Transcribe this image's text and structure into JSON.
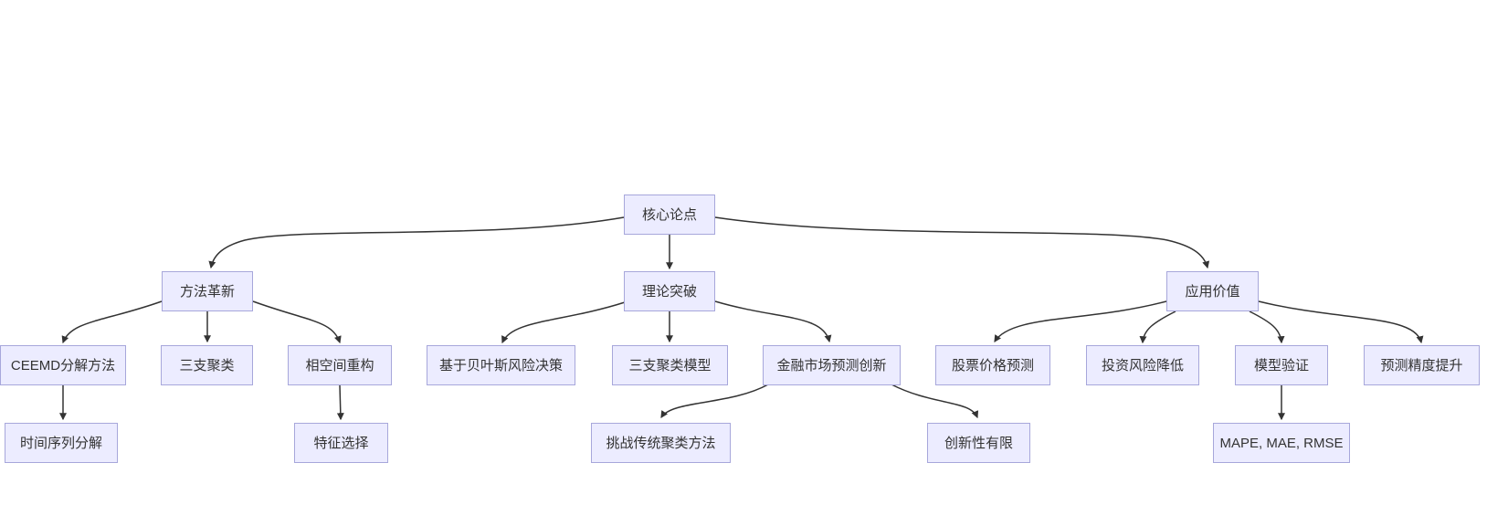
{
  "diagram": {
    "type": "flowchart",
    "direction": "top-down",
    "colors": {
      "background": "#FFFFFF",
      "node_fill": "#ECECFF",
      "node_border": "#A7A7DB",
      "edge": "#333333",
      "text": "#333333"
    },
    "nodes": {
      "core": {
        "label": "核心论点"
      },
      "method_innovation": {
        "label": "方法革新"
      },
      "theory_breakthrough": {
        "label": "理论突破"
      },
      "application_value": {
        "label": "应用价值"
      },
      "ceemd": {
        "label": "CEEMD分解方法"
      },
      "three_way_clustering": {
        "label": "三支聚类"
      },
      "phase_space": {
        "label": "相空间重构"
      },
      "bayes_risk": {
        "label": "基于贝叶斯风险决策"
      },
      "three_way_model": {
        "label": "三支聚类模型"
      },
      "finance_innovation": {
        "label": "金融市场预测创新"
      },
      "stock_prediction": {
        "label": "股票价格预测"
      },
      "risk_reduction": {
        "label": "投资风险降低"
      },
      "model_validation": {
        "label": "模型验证"
      },
      "accuracy_improvement": {
        "label": "预测精度提升"
      },
      "time_series_decomposition": {
        "label": "时间序列分解"
      },
      "feature_selection": {
        "label": "特征选择"
      },
      "challenge_traditional": {
        "label": "挑战传统聚类方法"
      },
      "limited_innovation": {
        "label": "创新性有限"
      },
      "metrics": {
        "label": "MAPE, MAE, RMSE"
      }
    },
    "edges": [
      {
        "from": "core",
        "to": "method_innovation"
      },
      {
        "from": "core",
        "to": "theory_breakthrough"
      },
      {
        "from": "core",
        "to": "application_value"
      },
      {
        "from": "method_innovation",
        "to": "ceemd"
      },
      {
        "from": "method_innovation",
        "to": "three_way_clustering"
      },
      {
        "from": "method_innovation",
        "to": "phase_space"
      },
      {
        "from": "ceemd",
        "to": "time_series_decomposition"
      },
      {
        "from": "phase_space",
        "to": "feature_selection"
      },
      {
        "from": "theory_breakthrough",
        "to": "bayes_risk"
      },
      {
        "from": "theory_breakthrough",
        "to": "three_way_model"
      },
      {
        "from": "theory_breakthrough",
        "to": "finance_innovation"
      },
      {
        "from": "finance_innovation",
        "to": "challenge_traditional"
      },
      {
        "from": "finance_innovation",
        "to": "limited_innovation"
      },
      {
        "from": "application_value",
        "to": "stock_prediction"
      },
      {
        "from": "application_value",
        "to": "risk_reduction"
      },
      {
        "from": "application_value",
        "to": "model_validation"
      },
      {
        "from": "application_value",
        "to": "accuracy_improvement"
      },
      {
        "from": "model_validation",
        "to": "metrics"
      }
    ]
  }
}
